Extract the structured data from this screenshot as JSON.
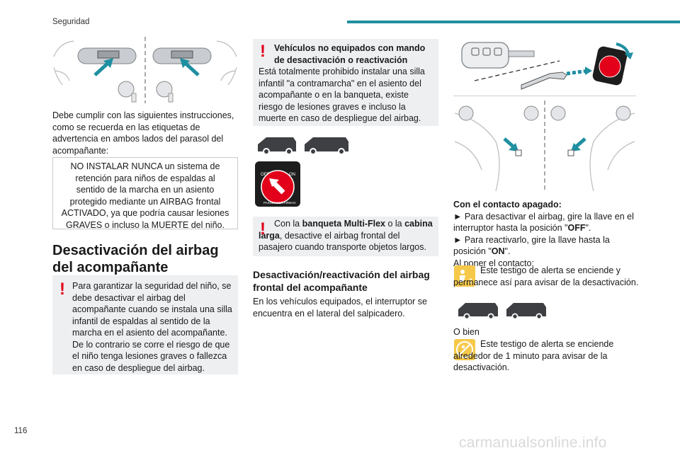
{
  "header": {
    "section": "Seguridad",
    "accent_color": "#1f8fa1"
  },
  "page_number": "116",
  "watermark": "carmanualsonline.info",
  "col1": {
    "intro": "Debe cumplir con las siguientes instrucciones, como se recuerda en las etiquetas de advertencia en ambos lados del parasol del acompañante:",
    "framed_warning": "NO INSTALAR NUNCA un sistema de retención para niños de espaldas al sentido de la marcha en un asiento protegido mediante un AIRBAG frontal ACTIVADO, ya que podría causar lesiones GRAVES o incluso la MUERTE del niño.",
    "heading": "Desactivación del airbag del acompañante",
    "warning": "Para garantizar la seguridad del niño, se debe desactivar el airbag del acompañante cuando se instala una silla infantil de espaldas al sentido de la marcha en el asiento del acompañante. De lo contrario se corre el riesgo de que el niño tenga lesiones graves o fallezca en caso de despliegue del airbag."
  },
  "col2": {
    "warn1_title": "Vehículos no equipados con mando de desactivación o reactivación",
    "warn1_body": "Está totalmente prohibido instalar una silla infantil \"a contramarcha\" en el asiento del acompañante o en la banqueta, existe riesgo de lesiones graves e incluso la muerte en caso de despliegue del airbag.",
    "switch_label_off": "OFF",
    "switch_label_on": "ON",
    "switch_ring_text": "PASSENGER AIRBAG",
    "warn2_pre": "Con la ",
    "warn2_b1": "banqueta Multi-Flex",
    "warn2_mid": " o la ",
    "warn2_b2": "cabina larga",
    "warn2_post": ", desactive el airbag frontal del pasajero cuando transporte objetos largos.",
    "heading": "Desactivación/reactivación del airbag frontal del acompañante",
    "body": "En los vehículos equipados, el interruptor se encuentra en el lateral del salpicadero."
  },
  "col3": {
    "lead": "Con el contacto apagado:",
    "step1_pre": "► Para desactivar el airbag, gire la llave en el interruptor hasta la posición \"",
    "step1_b": "OFF",
    "step1_post": "\".",
    "step2_pre": "► Para reactivarlo, gire la llave hasta la posición \"",
    "step2_b": "ON",
    "step2_post": "\".",
    "contact": "Al poner el contacto:",
    "lamp1": "Este testigo de alerta se enciende y permanece así para avisar de la desactivación.",
    "obien": "O bien",
    "lamp2": "Este testigo de alerta se enciende alrededor de 1 minuto para avisar de la desactivación."
  }
}
